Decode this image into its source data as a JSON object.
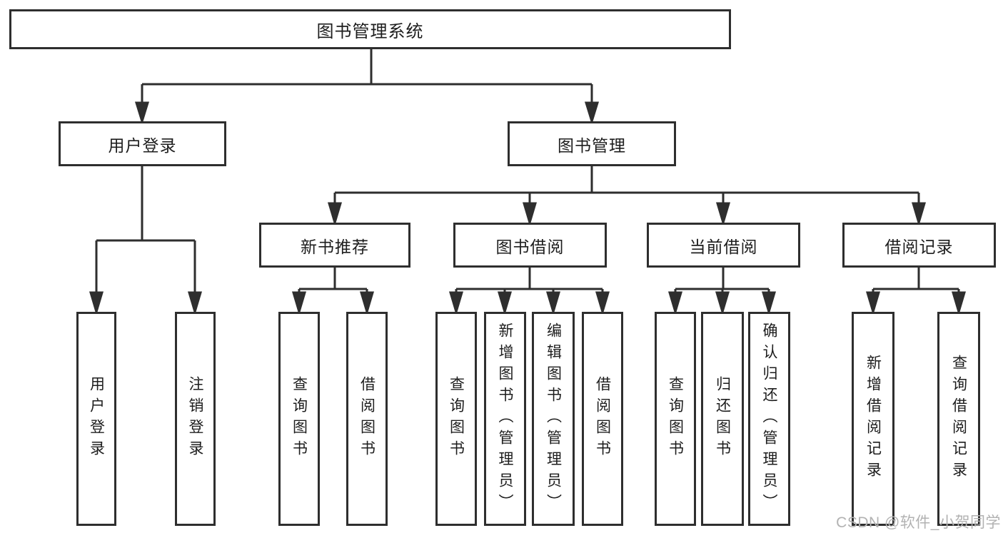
{
  "diagram": {
    "type": "hierarchy-tree",
    "colors": {
      "line": "#2e2e2e",
      "box_border": "#2e2e2e",
      "text": "#1d1d1d",
      "watermark": "#b2b2b2",
      "background": "#ffffff"
    },
    "root": {
      "label": "图书管理系统"
    },
    "level2": [
      {
        "label": "用户登录"
      },
      {
        "label": "图书管理"
      }
    ],
    "level3": [
      {
        "label": "新书推荐"
      },
      {
        "label": "图书借阅"
      },
      {
        "label": "当前借阅"
      },
      {
        "label": "借阅记录"
      }
    ],
    "leaves": {
      "user_login": [
        {
          "label": "用户登录"
        },
        {
          "label": "注销登录"
        }
      ],
      "new_book": [
        {
          "label": "查询图书"
        },
        {
          "label": "借阅图书"
        }
      ],
      "book_borrow": [
        {
          "label": "查询图书"
        },
        {
          "label": "新增图书（管理员）"
        },
        {
          "label": "编辑图书（管理员）"
        },
        {
          "label": "借阅图书"
        }
      ],
      "current_borrow": [
        {
          "label": "查询图书"
        },
        {
          "label": "归还图书"
        },
        {
          "label": "确认归还（管理员）"
        }
      ],
      "borrow_records": [
        {
          "label": "新增借阅记录"
        },
        {
          "label": "查询借阅记录"
        }
      ]
    },
    "watermark": "CSDN @软件_小贺同学"
  }
}
